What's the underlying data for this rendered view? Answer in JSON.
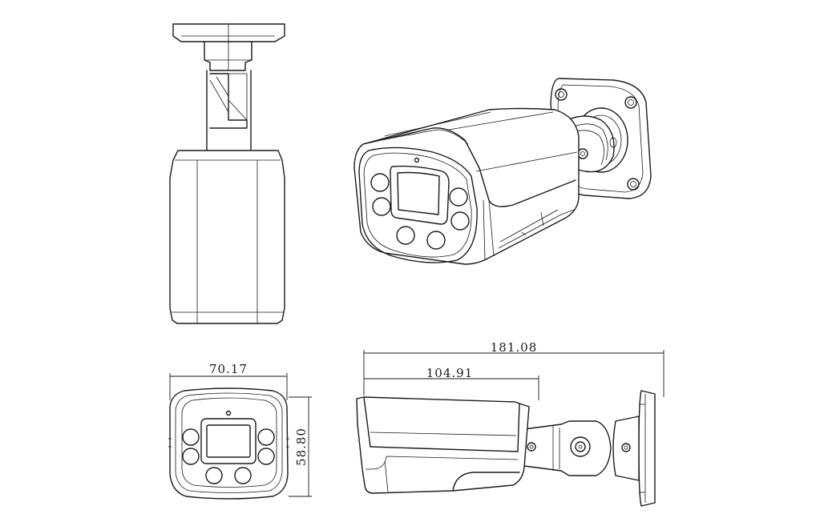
{
  "dimensions": {
    "total_length": "181.08",
    "body_length": "104.91",
    "front_width": "70.17",
    "front_height": "58.80"
  },
  "style": {
    "line_color": "#1a1a1a",
    "background": "#ffffff"
  }
}
